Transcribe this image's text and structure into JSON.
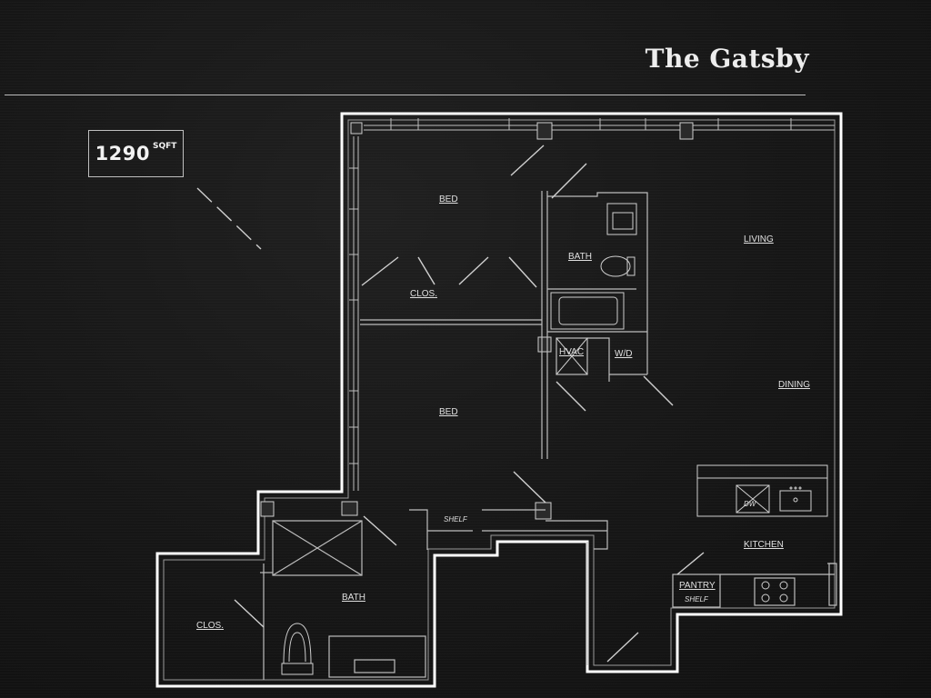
{
  "header": {
    "title": "The Gatsby"
  },
  "area": {
    "value": "1290",
    "unit": "SQFT"
  },
  "rooms": {
    "bed_1": "BED",
    "bed_2": "BED",
    "closet_1": "CLOS.",
    "closet_2": "CLOS.",
    "bath_1": "BATH",
    "bath_2": "BATH",
    "living": "LIVING",
    "dining": "DINING",
    "kitchen": "KITCHEN",
    "hvac": "HVAC",
    "washer_dryer": "W/D",
    "pantry": "PANTRY",
    "shelf_pantry": "SHELF",
    "shelf_hall": "SHELF",
    "dishwasher": "DW"
  },
  "colors": {
    "background": "#151515",
    "outer_wall": "#ffffff",
    "interior_lines": "#bdbdbd",
    "text": "#e6e6e6"
  },
  "icons": {
    "compass": "north-arrow-dashed-line"
  }
}
